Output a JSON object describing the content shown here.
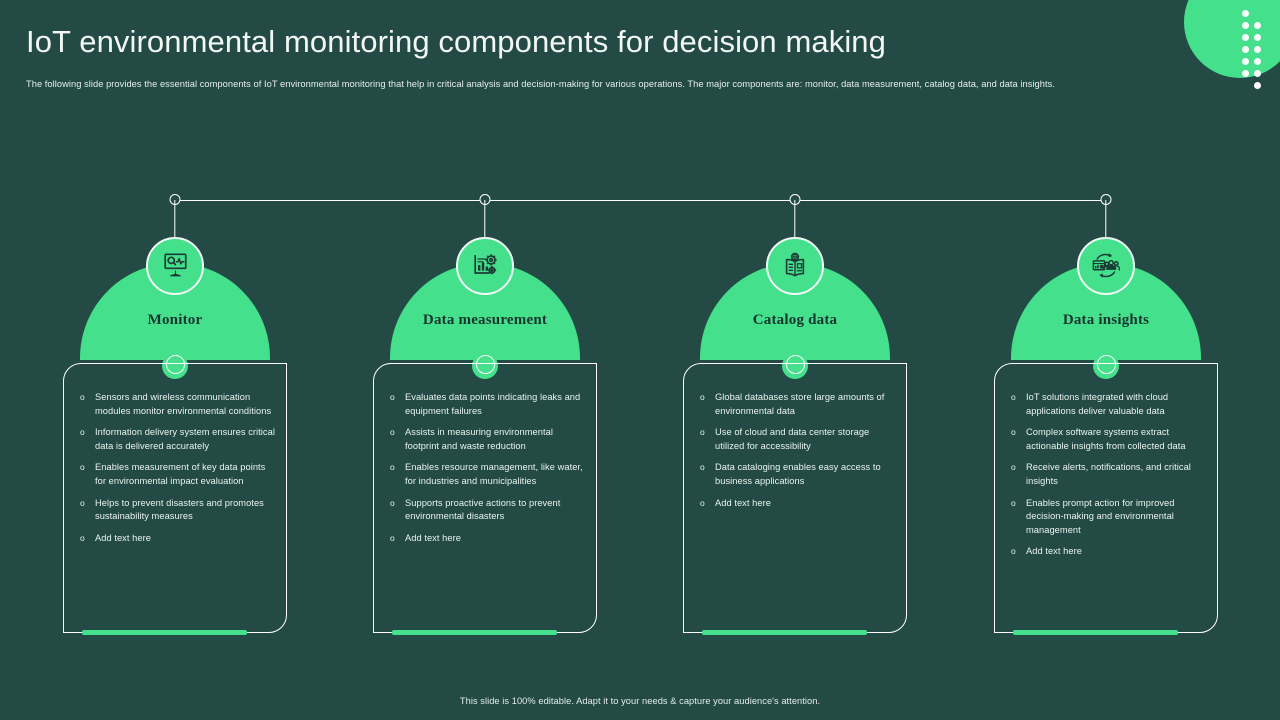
{
  "slide": {
    "title": "IoT environmental monitoring components for decision making",
    "subtitle": "The following slide provides the essential components of IoT  environmental monitoring that help in critical analysis and decision-making for various operations. The major components are: monitor,  data measurement,  catalog data, and data insights.",
    "footer": "This slide is 100% editable. Adapt it to your needs & capture your audience's attention."
  },
  "colors": {
    "background": "#234a44",
    "accent_green": "#45e08c",
    "outline_white": "#ffffff",
    "heading_text": "#f2f7f5",
    "dome_label_text": "#17352f"
  },
  "bullet_marker": "o",
  "columns": [
    {
      "label": "Monitor",
      "icon": "monitor-analytics-icon",
      "bullets": [
        "Sensors and wireless communication modules monitor environmental conditions",
        "Information delivery system ensures critical data is delivered accurately",
        "Enables measurement of key data points for environmental impact evaluation",
        "Helps to prevent disasters and promotes sustainability measures",
        "Add text here"
      ]
    },
    {
      "label": "Data measurement",
      "icon": "bar-chart-gears-icon",
      "bullets": [
        "Evaluates data points indicating leaks and equipment failures",
        "Assists in measuring environmental footprint and waste reduction",
        "Enables resource management, like water, for industries and municipalities",
        "Supports proactive actions to prevent environmental disasters",
        "Add text here"
      ]
    },
    {
      "label": "Catalog data",
      "icon": "open-book-globe-icon",
      "bullets": [
        "Global databases store large amounts of environmental data",
        "Use of cloud and data center storage utilized for accessibility",
        "Data cataloging enables easy access to business applications",
        "Add text here"
      ]
    },
    {
      "label": "Data insights",
      "icon": "dashboard-people-cycle-icon",
      "bullets": [
        "IoT  solutions integrated with cloud applications deliver valuable data",
        "Complex software systems extract actionable insights from collected data",
        "Receive alerts, notifications, and critical insights",
        "Enables prompt action for improved decision-making and environmental management",
        "Add text here"
      ]
    }
  ]
}
